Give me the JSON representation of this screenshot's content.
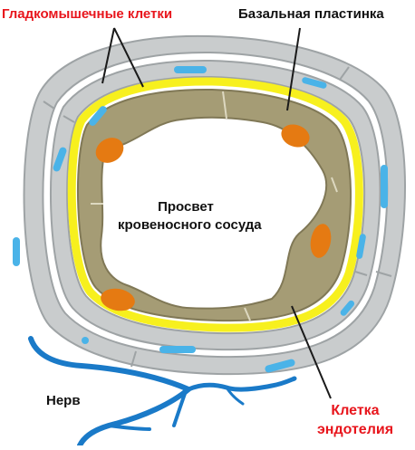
{
  "labels": {
    "smooth_muscle": "Гладкомышечные клетки",
    "basal_lamina": "Базальная пластинка",
    "lumen_line1": "Просвет",
    "lumen_line2": "кровеносного сосуда",
    "endothelium_line1": "Клетка",
    "endothelium_line2": "эндотелия",
    "nerve": "Нерв"
  },
  "colors": {
    "label_red": "#e8151c",
    "label_dark": "#111111",
    "smooth_muscle_cell": "#c9cccd",
    "smooth_muscle_outline": "#9ea3a5",
    "muscle_nucleus": "#4ab3e8",
    "basal_lamina": "#f7f01e",
    "endothelial_cell": "#a59c75",
    "endothelial_nucleus": "#e57a12",
    "nerve": "#1a7ac8"
  }
}
